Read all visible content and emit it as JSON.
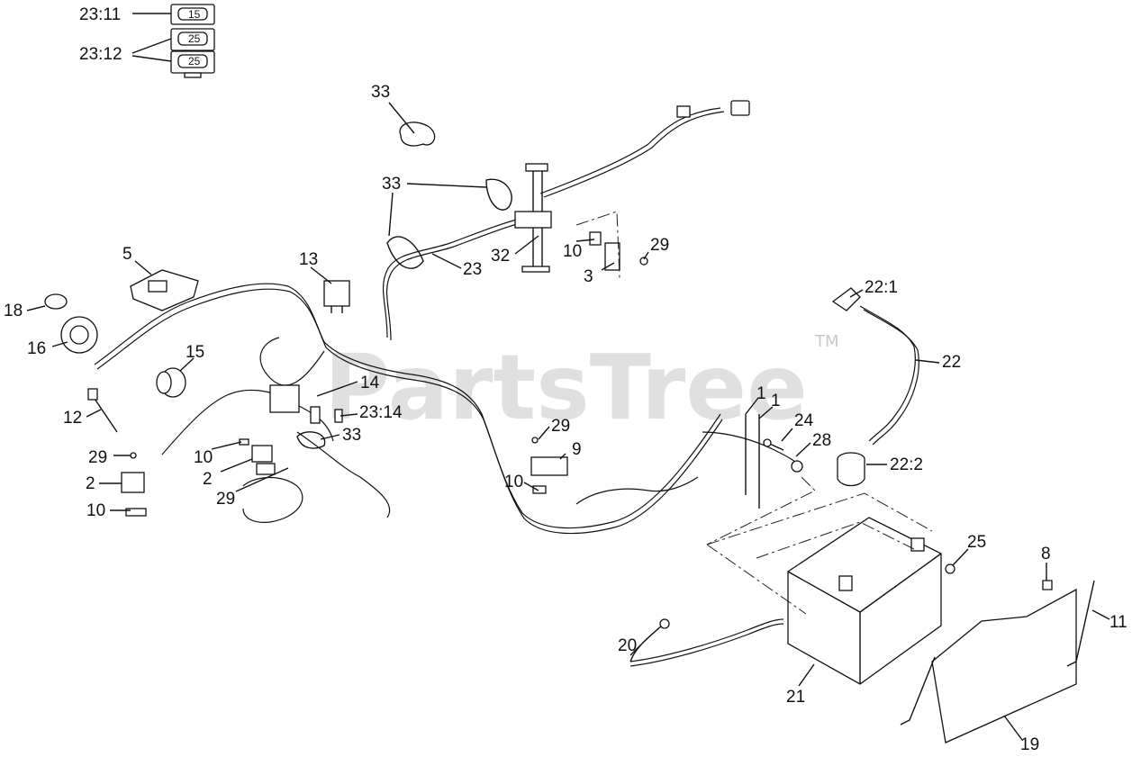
{
  "watermark": {
    "text": "PartsTree",
    "trademark": "TM"
  },
  "fuse_legend": [
    {
      "label": "23:11",
      "fuse_value": "15"
    },
    {
      "label": "23:12",
      "fuse_values": [
        "25",
        "25"
      ]
    }
  ],
  "callouts": {
    "c33a": "33",
    "c33b": "33",
    "c33c": "33",
    "c23": "23",
    "c32": "32",
    "c10a": "10",
    "c3": "3",
    "c29a": "29",
    "c5": "5",
    "c13": "13",
    "c18": "18",
    "c16": "16",
    "c15": "15",
    "c14": "14",
    "c23_14": "23:14",
    "c12": "12",
    "c29b": "29",
    "c10b": "10",
    "c2a": "2",
    "c2b": "2",
    "c29c": "29",
    "c10c": "10",
    "c29d": "29",
    "c9": "9",
    "c10d": "10",
    "c1a": "1",
    "c1b": "1",
    "c24": "24",
    "c28": "28",
    "c22_1": "22:1",
    "c22": "22",
    "c22_2": "22:2",
    "c25": "25",
    "c8": "8",
    "c11": "11",
    "c20": "20",
    "c21": "21",
    "c19": "19"
  }
}
